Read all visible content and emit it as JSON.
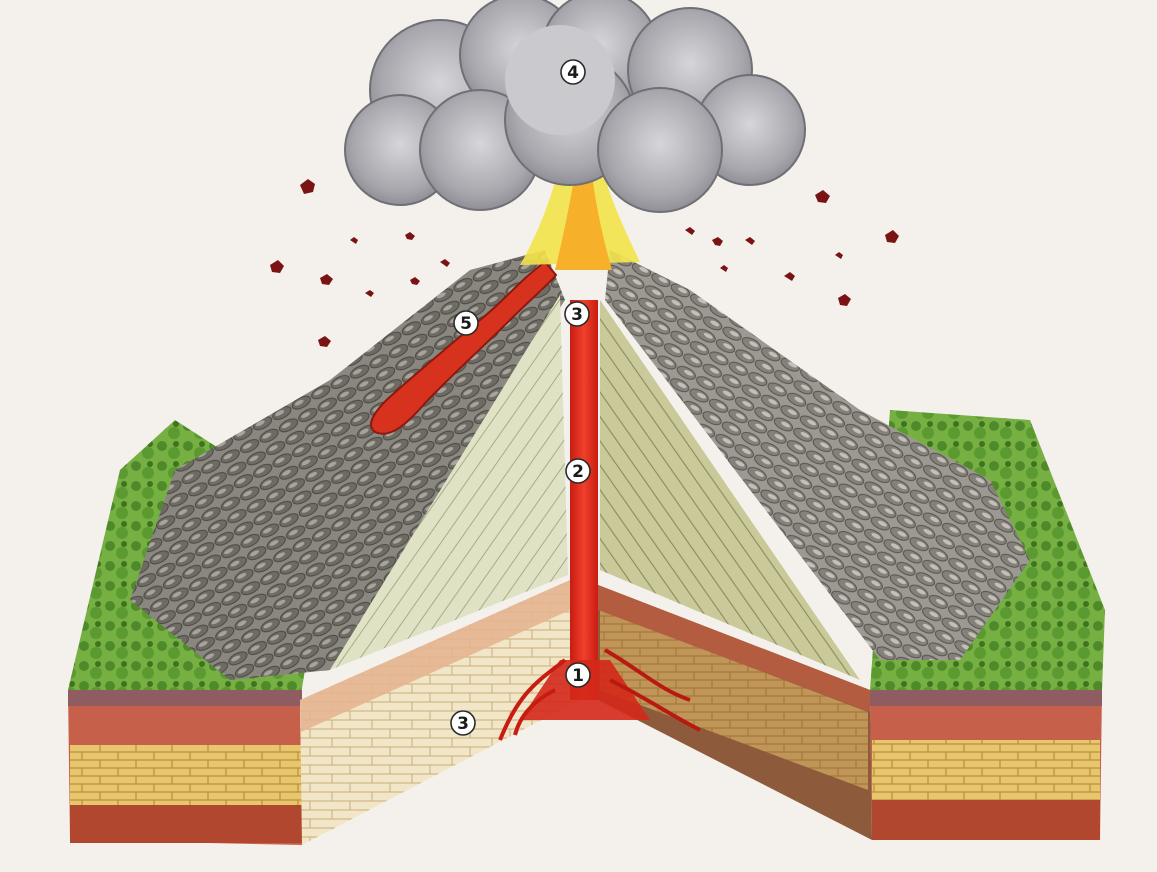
{
  "labels": {
    "chamber": "1",
    "vent": "2",
    "crater": "3",
    "crater_lower": "3",
    "ash_cloud": "4",
    "lava_flow": "5"
  },
  "colors": {
    "background": "#f4f1ec",
    "magma": "#e0301e",
    "ash": "#a9a9ad",
    "grass": "#5e9a2f",
    "rock_brown": "#b9553a",
    "sandstone": "#e6c36a",
    "slope_gray": "#7d7a74",
    "cone_inner": "#d8dcc0"
  },
  "icons": {
    "bombs": "volcanic-bomb-icon"
  }
}
